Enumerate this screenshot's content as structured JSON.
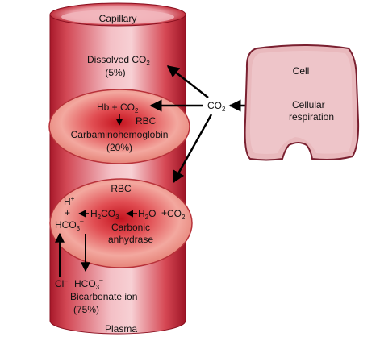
{
  "capillary": {
    "label": "Capillary",
    "dissolved": {
      "text": "Dissolved CO",
      "sub": "2",
      "percent": "(5%)"
    },
    "plasma": "Plasma"
  },
  "rbc_top": {
    "reaction_left": "Hb + CO",
    "reaction_sub": "2",
    "label": "RBC",
    "product": "Carbaminohemoglobin",
    "percent": "(20%)"
  },
  "rbc_bottom": {
    "label": "RBC",
    "h_plus": "H",
    "plus_sign": "+",
    "plus_between": "+",
    "hco3": "HCO",
    "h2co3_a": "H",
    "h2co3_b": "CO",
    "h2o_a": "H",
    "h2o_b": "O",
    "plus_co2": "+",
    "co2": "CO",
    "enzyme_line1": "Carbonic",
    "enzyme_line2": "anhydrase",
    "sub_2": "2",
    "sub_3": "3",
    "sup_plus": "+",
    "sup_minus": "–"
  },
  "plasma_side": {
    "cl": "Cl",
    "cl_sup": "–",
    "hco3": "HCO",
    "hco3_sub": "3",
    "hco3_sup": "–",
    "ion_label": "Bicarbonate ion",
    "percent": "(75%)"
  },
  "center": {
    "co2": "CO",
    "co2_sub": "2"
  },
  "cell": {
    "label": "Cell",
    "process_line1": "Cellular",
    "process_line2": "respiration"
  },
  "colors": {
    "capillary_light": "#f3b7bf",
    "capillary_mid": "#d9555f",
    "capillary_dark": "#b8202d",
    "rbc_center": "#c4141f",
    "rbc_edge": "#ec8a8a",
    "cell_fill": "#e8bcc1",
    "cell_stroke": "#7a2030",
    "arrow": "#000000"
  }
}
